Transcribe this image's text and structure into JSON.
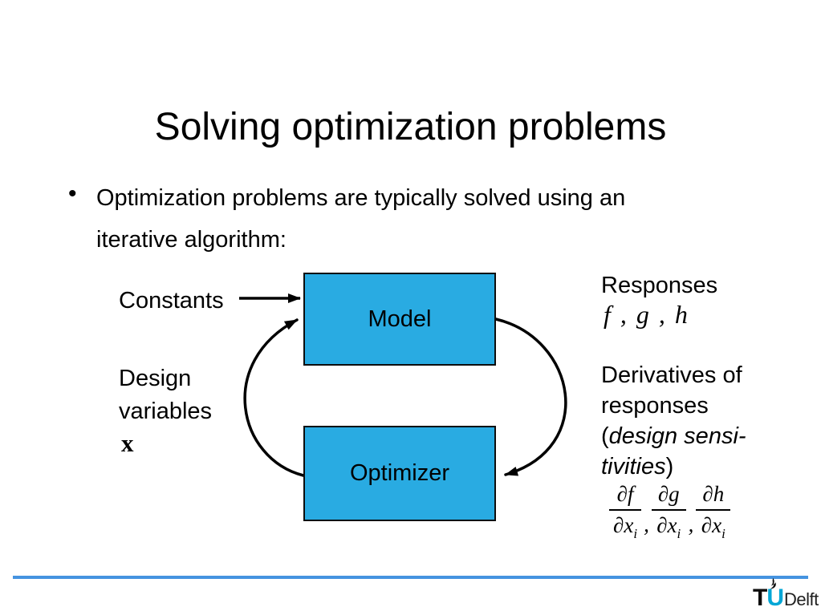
{
  "slide": {
    "title": "Solving optimization problems",
    "bullet": {
      "marker": "•",
      "lines": [
        "Optimization problems are typically solved using an",
        "iterative algorithm:"
      ]
    }
  },
  "diagram": {
    "constants_label": "Constants",
    "model_label": "Model",
    "optimizer_label": "Optimizer",
    "design_variables": {
      "line1": "Design",
      "line2": "variables",
      "symbol": "x"
    },
    "responses": {
      "title": "Responses",
      "math": "f , g , h"
    },
    "derivatives": {
      "line1": "Derivatives of",
      "line2": "responses",
      "line3_prefix": "(",
      "line3_italic": "design sensi-",
      "line4_italic": "tivities",
      "line4_suffix": ")"
    },
    "fractions": {
      "separator": ",",
      "items": [
        {
          "num": "∂f",
          "den": "∂x",
          "sub": "i"
        },
        {
          "num": "∂g",
          "den": "∂x",
          "sub": "i"
        },
        {
          "num": "∂h",
          "den": "∂x",
          "sub": "i"
        }
      ]
    }
  },
  "footer": {
    "logo": {
      "t": "T",
      "u": "U",
      "rest": "Delft"
    }
  },
  "colors": {
    "box_fill": "#29ABE2",
    "box_border": "#0d0d0d",
    "divider_blue": "#4593E0",
    "tu_blue": "#00A6D6",
    "arrow_black": "#000000"
  }
}
